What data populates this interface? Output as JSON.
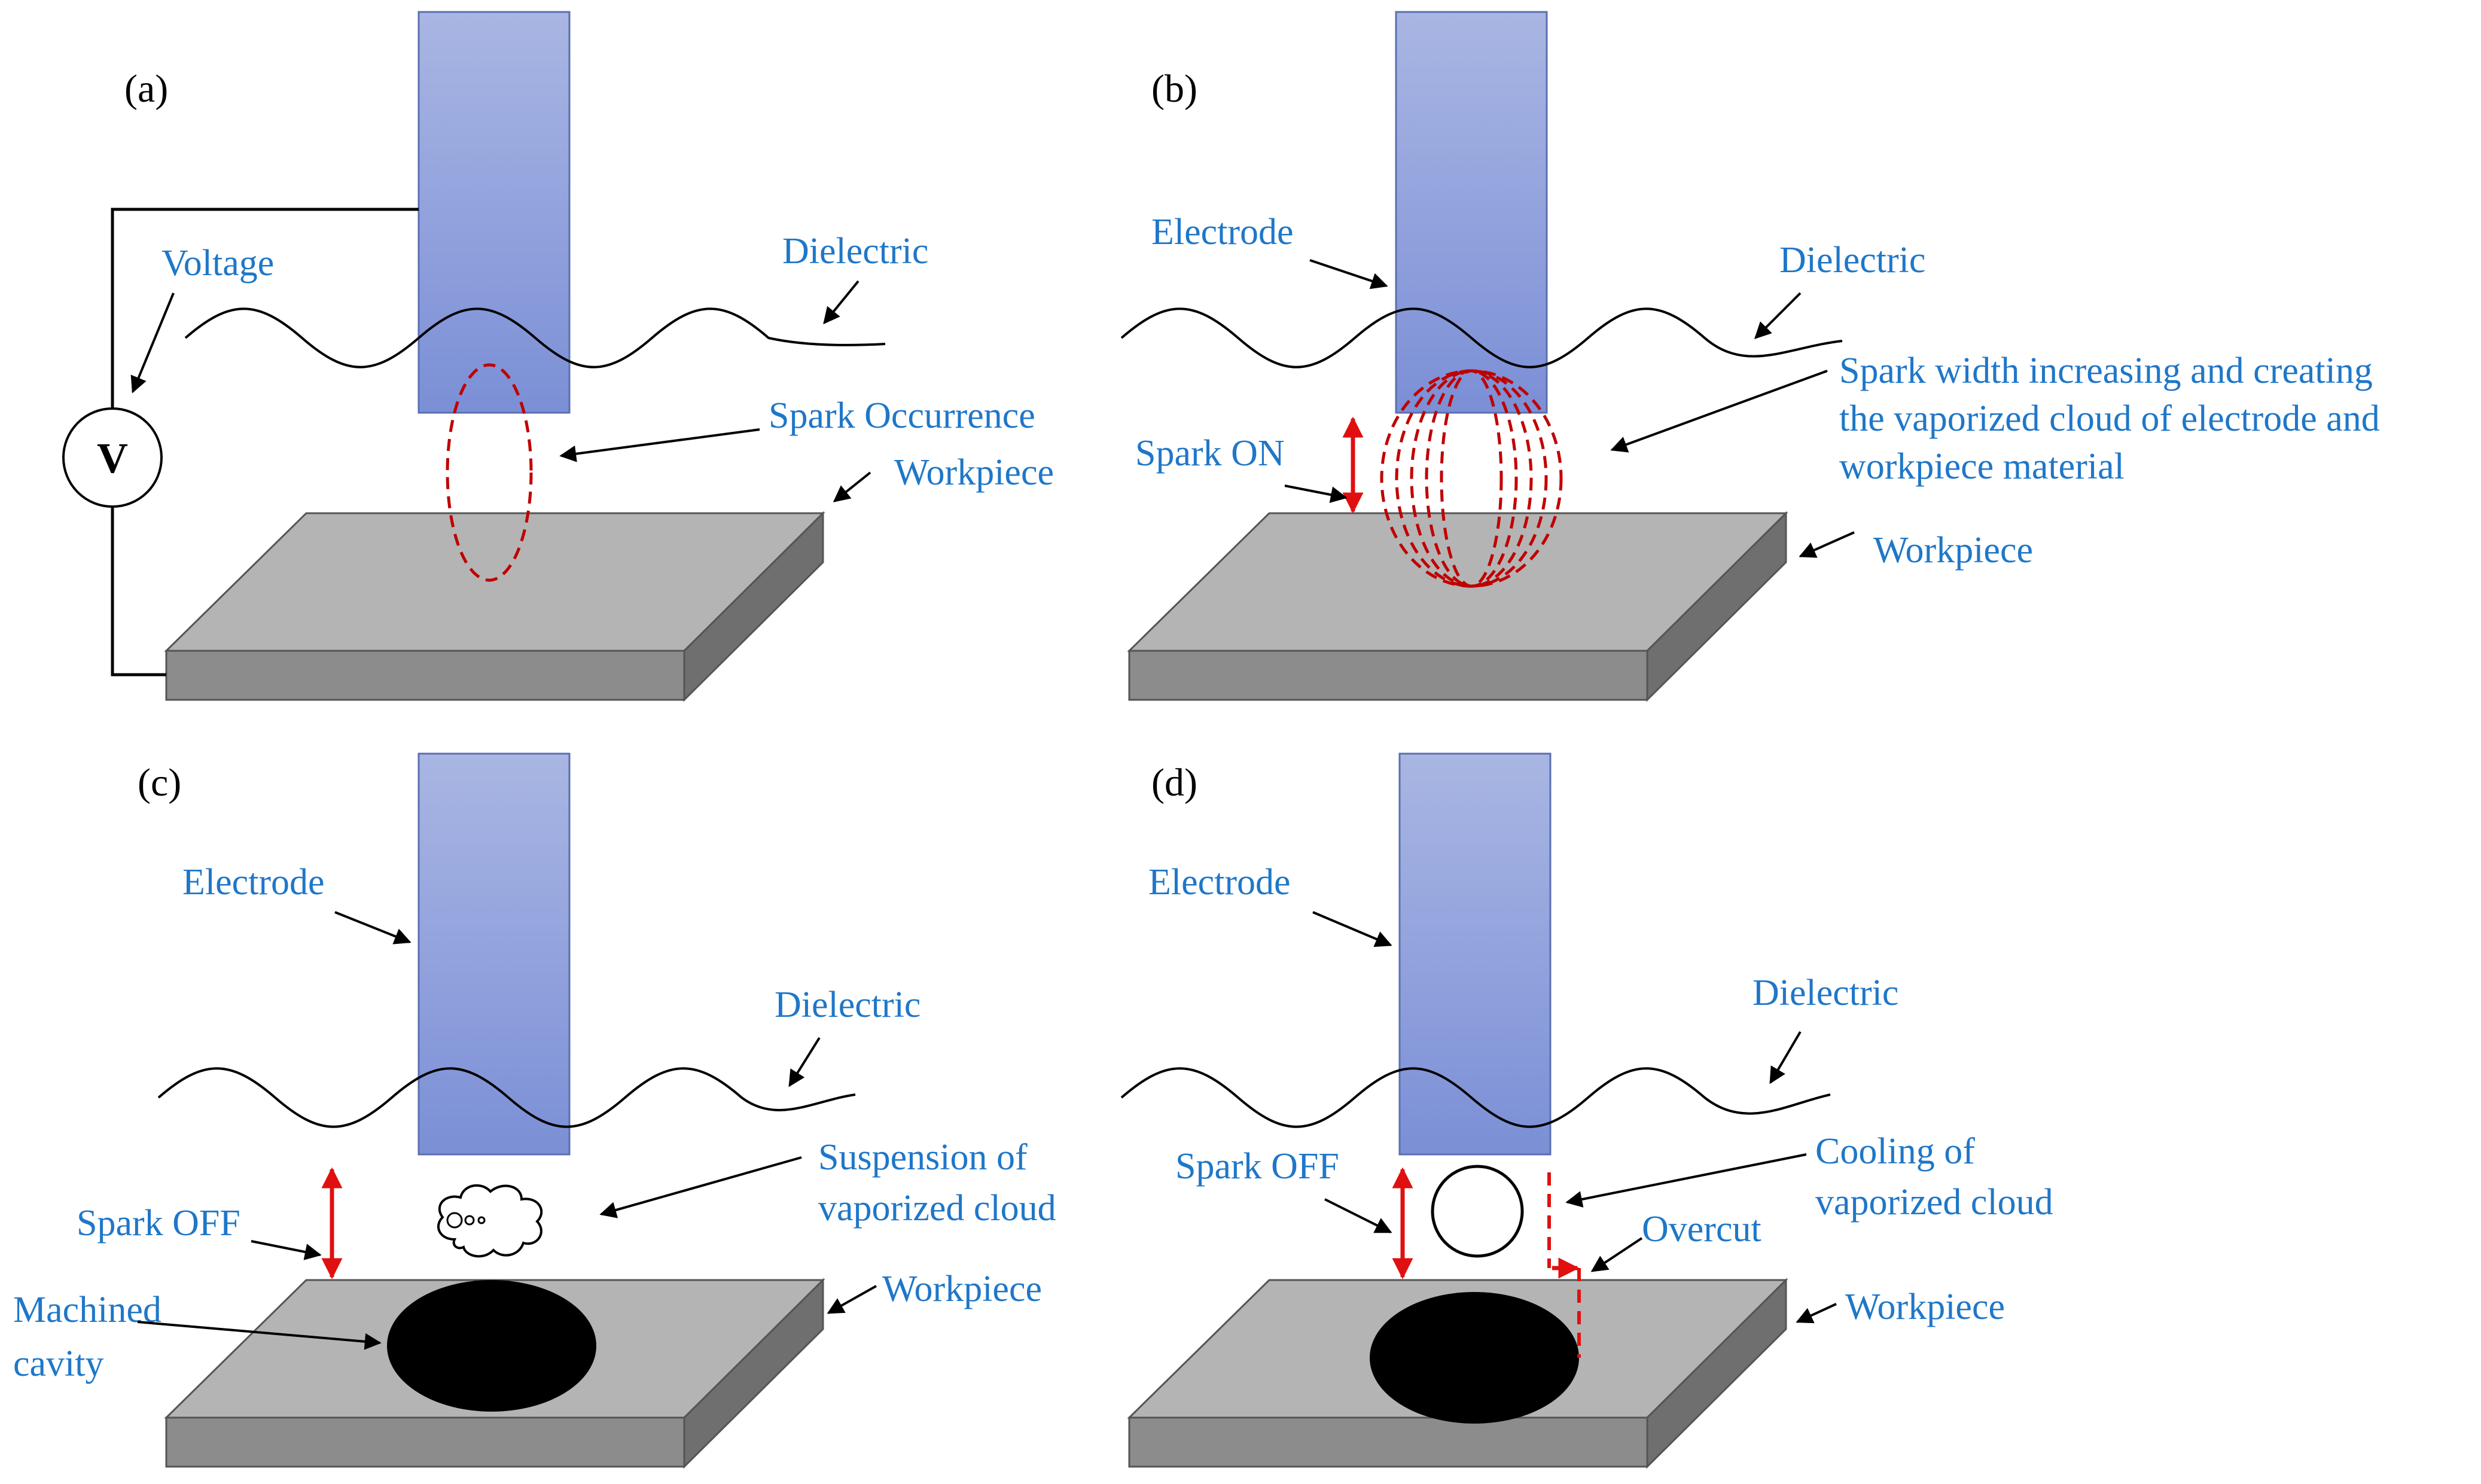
{
  "panels": {
    "a": {
      "label": "(a)",
      "voltage": "Voltage",
      "voltmeter": "V",
      "dielectric": "Dielectric",
      "spark_occurrence": "Spark Occurrence",
      "workpiece": "Workpiece"
    },
    "b": {
      "label": "(b)",
      "electrode": "Electrode",
      "dielectric": "Dielectric",
      "spark_width_line1": "Spark width increasing and creating",
      "spark_width_line2": "the vaporized cloud of electrode and",
      "spark_width_line3": "workpiece material",
      "spark_on": "Spark ON",
      "workpiece": "Workpiece"
    },
    "c": {
      "label": "(c)",
      "electrode": "Electrode",
      "dielectric": "Dielectric",
      "suspension_line1": "Suspension of",
      "suspension_line2": "vaporized cloud",
      "spark_off": "Spark OFF",
      "machined_line1": "Machined",
      "machined_line2": "cavity",
      "workpiece": "Workpiece"
    },
    "d": {
      "label": "(d)",
      "electrode": "Electrode",
      "dielectric": "Dielectric",
      "spark_off": "Spark OFF",
      "cooling_line1": "Cooling of",
      "cooling_line2": "vaporized cloud",
      "overcut": "Overcut",
      "workpiece": "Workpiece"
    }
  },
  "colors": {
    "label_blue": "#1f77c8",
    "spark_red": "#c00000",
    "arrow_red": "#e01010",
    "electrode_top": "#a9b6e3",
    "electrode_bottom": "#7b8fd6",
    "workpiece_gray": "#b4b4b4"
  }
}
